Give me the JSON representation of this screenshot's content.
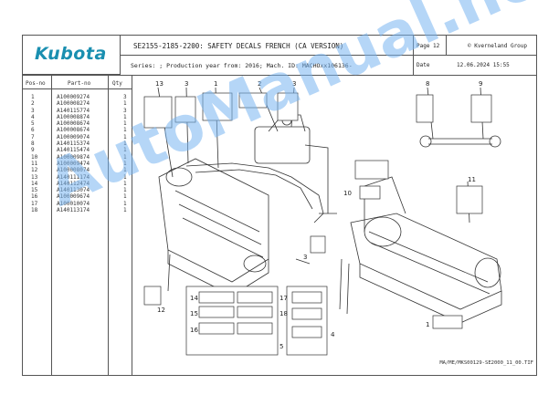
{
  "brand": "Kubota",
  "header": {
    "title": "SE2155-2185-2200: SAFETY DECALS FRENCH (CA VERSION)",
    "page_label": "Page",
    "page_num": "12",
    "company": "© Kverneland Group",
    "series": "Series: ; Production year from: 2016; Mach. ID: MACHOxx106136-",
    "date_label": "Date",
    "date_value": "12.06.2024  15:55"
  },
  "table": {
    "headers": [
      "Pos-no",
      "Part-no",
      "Qty"
    ],
    "rows": [
      {
        "pos": "1",
        "part": "A100009274",
        "qty": "3"
      },
      {
        "pos": "2",
        "part": "A100008274",
        "qty": "1"
      },
      {
        "pos": "3",
        "part": "A140115774",
        "qty": "3"
      },
      {
        "pos": "4",
        "part": "A100008874",
        "qty": "1"
      },
      {
        "pos": "5",
        "part": "A100008674",
        "qty": "1"
      },
      {
        "pos": "6",
        "part": "A100008674",
        "qty": "1"
      },
      {
        "pos": "7",
        "part": "A100009074",
        "qty": "1"
      },
      {
        "pos": "8",
        "part": "A140115374",
        "qty": "1"
      },
      {
        "pos": "9",
        "part": "A140115474",
        "qty": "1"
      },
      {
        "pos": "10",
        "part": "A100009874",
        "qty": "1"
      },
      {
        "pos": "11",
        "part": "A100009474",
        "qty": "1"
      },
      {
        "pos": "12",
        "part": "A100008074",
        "qty": "1"
      },
      {
        "pos": "13",
        "part": "A140111174",
        "qty": "1"
      },
      {
        "pos": "14",
        "part": "A140112474",
        "qty": "1"
      },
      {
        "pos": "15",
        "part": "A140113074",
        "qty": "1"
      },
      {
        "pos": "16",
        "part": "A100009674",
        "qty": "1"
      },
      {
        "pos": "17",
        "part": "A100010074",
        "qty": "1"
      },
      {
        "pos": "18",
        "part": "A140113174",
        "qty": "1"
      }
    ]
  },
  "callouts": [
    "13",
    "3",
    "1",
    "2",
    "3",
    "8",
    "9",
    "11",
    "10",
    "3",
    "12",
    "1",
    "14",
    "15",
    "16",
    "17",
    "18",
    "5",
    "4"
  ],
  "footer": "MA/ME/MKS00129-SE2000_11_00.TIF",
  "watermark": "AutoManual.net",
  "colors": {
    "brand": "#1a8fb0",
    "watermark": "#78b4f0"
  }
}
